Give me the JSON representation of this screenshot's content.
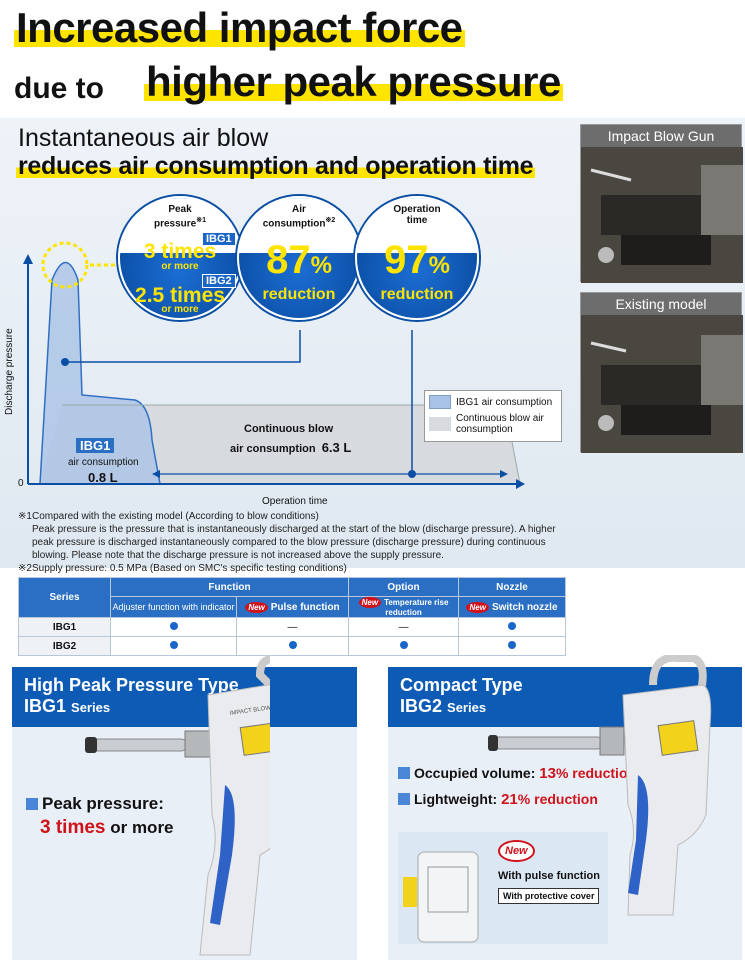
{
  "headline": {
    "line1": "Increased impact force",
    "line2a": "due to",
    "line2b": "higher peak pressure"
  },
  "subhead": {
    "line1": "Instantaneous air blow",
    "line2": "reduces air consumption and operation time"
  },
  "photos": [
    {
      "caption": "Impact Blow Gun"
    },
    {
      "caption": "Existing model"
    }
  ],
  "circles": {
    "peak": {
      "title": "Peak",
      "title2": "pressure",
      "note": "※1",
      "tag1": "IBG1",
      "val1": "3 times",
      "or1": "or more",
      "tag2": "IBG2",
      "val2": "2.5 times",
      "or2": "or more"
    },
    "air": {
      "title": "Air",
      "title2": "consumption",
      "note": "※2",
      "value": "87",
      "unit": "%",
      "label": "reduction"
    },
    "time": {
      "title": "Operation",
      "title2": "time",
      "value": "97",
      "unit": "%",
      "label": "reduction"
    }
  },
  "graph": {
    "ylabel": "Discharge pressure",
    "xlabel": "Operation time",
    "zero": "0",
    "ibg1_tag": "IBG1",
    "ibg1_label": "air consumption",
    "ibg1_value": "0.8 L",
    "cont_label1": "Continuous blow",
    "cont_label2": "air consumption",
    "cont_value": "6.3 L",
    "legend": [
      "IBG1 air consumption",
      "Continuous blow air consumption"
    ]
  },
  "notes": {
    "n1_mark": "※1",
    "n1": "Compared with the existing model (According to blow conditions)",
    "n1b": "Peak pressure is the pressure that is instantaneously discharged at the start of the blow (discharge pressure). A higher peak pressure is discharged instantaneously compared to the blow pressure (discharge pressure) during continuous blowing. Please note that the discharge pressure is not increased above the supply pressure.",
    "n2_mark": "※2",
    "n2": "Supply pressure: 0.5 MPa (Based on SMC's specific testing conditions)"
  },
  "table": {
    "series": "Series",
    "function": "Function",
    "option": "Option",
    "nozzle": "Nozzle",
    "col1": "Adjuster function with indicator",
    "new": "New",
    "col2": "Pulse function",
    "col3": "Temperature rise reduction",
    "col4": "Switch nozzle",
    "rows": [
      {
        "name": "IBG1",
        "c2": "—",
        "c3": "—"
      },
      {
        "name": "IBG2"
      }
    ]
  },
  "ibg1": {
    "title": "High Peak Pressure Type",
    "model": "IBG1",
    "series": "Series",
    "feature_label": "Peak pressure:",
    "feature_value": "3 times",
    "feature_more": "or more",
    "body_text": "IMPACT BLOW GUN"
  },
  "ibg2": {
    "title": "Compact Type",
    "model": "IBG2",
    "series": "Series",
    "f1_label": "Occupied volume:",
    "f1_value": "13",
    "f1_unit": "% reduction",
    "f2_label": "Lightweight:",
    "f2_value": "21",
    "f2_unit": "% reduction",
    "new": "New",
    "pulse": "With pulse function",
    "cover": "With protective cover"
  }
}
